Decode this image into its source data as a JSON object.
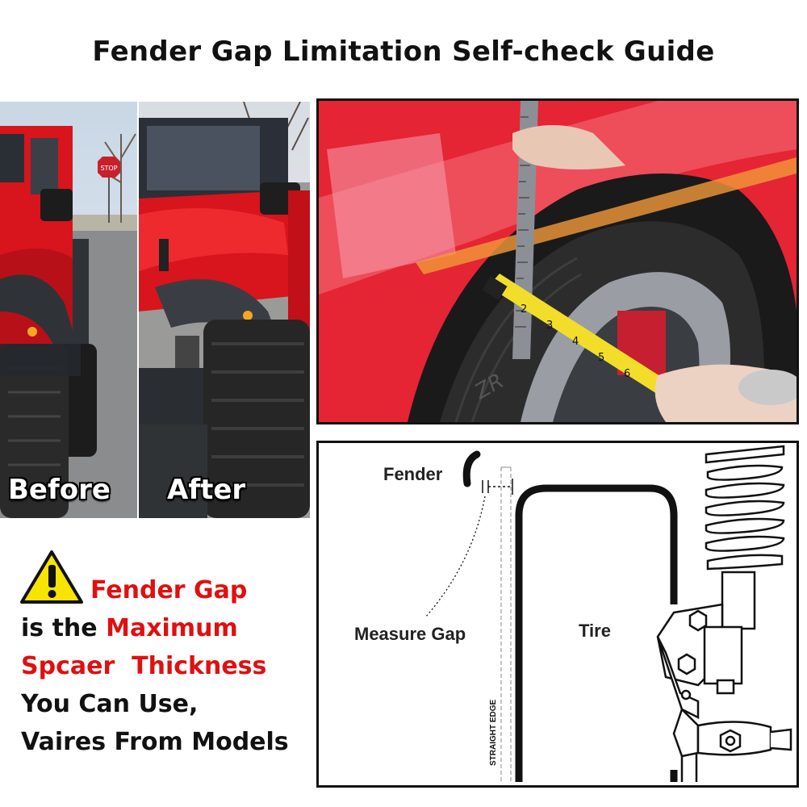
{
  "title": "Fender Gap Limitation Self-check Guide",
  "photos": {
    "before_caption": "Before",
    "after_caption": "After",
    "stop_sign": "STOP"
  },
  "note": {
    "line1_red": "Fender Gap",
    "line2_black": "is the",
    "line2_red": "Maximum",
    "line3_red": "Spcaer  Thickness",
    "line4": "You Can Use,",
    "line5": "Vaires From Models"
  },
  "diagram": {
    "fender_label": "Fender",
    "gap_label": "Measure Gap",
    "tire_label": "Tire",
    "straight_edge_label": "STRAIGHT EDGE"
  },
  "measure_photo": {
    "tape_digits": [
      "2",
      "3",
      "4",
      "5",
      "6"
    ],
    "tire_text": "ZR"
  },
  "icons": {
    "warning": "warning-triangle-icon"
  },
  "colors": {
    "accent_red": "#e01010",
    "jeep_red": "#d8141c",
    "car_red": "#f02a3a",
    "warning_yellow": "#f7e400"
  }
}
